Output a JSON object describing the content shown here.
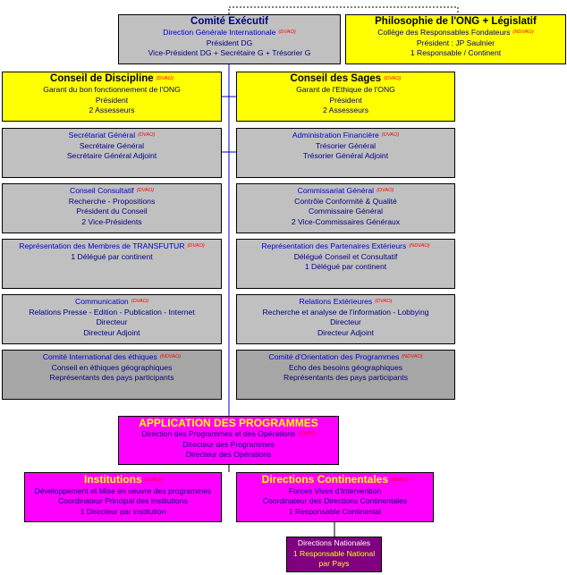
{
  "comite_executif": {
    "title": "Comité Exécutif",
    "lines": [
      "Direction Générale Internationale",
      "Président DG",
      "Vice-Président DG + Secrétaire G + Trésorier G"
    ],
    "tag": "(DVAO)"
  },
  "philosophie": {
    "title": "Philosophie de l'ONG + Législatif",
    "lines": [
      "Collège des Responsables Fondateurs",
      "Président : JP Saulnier",
      "1 Responsable / Continent"
    ],
    "tag": "(NDVAO)"
  },
  "conseil_discipline": {
    "title": "Conseil de Discipline",
    "tag": "(DVAO)",
    "lines": [
      "Garant du bon fonctionnement de l'ONG",
      "Président",
      "2 Assesseurs"
    ]
  },
  "conseil_sages": {
    "title": "Conseil des Sages",
    "tag": "(DVAO)",
    "lines": [
      "Garant de l'Ethique de l'ONG",
      "Président",
      "2 Assesseurs"
    ]
  },
  "secretariat": {
    "title": "Secrétariat Général",
    "tag": "(DVAO)",
    "lines": [
      "Secrétaire Général",
      "Secrétaire Général Adjoint"
    ]
  },
  "administration": {
    "title": "Administration Financière",
    "tag": "(DVAO)",
    "lines": [
      "Trésorier Général",
      "Trésorier Général Adjoint"
    ]
  },
  "consultatif": {
    "title": "Conseil Consultatif",
    "tag": "(DVAO)",
    "lines": [
      "Recherche - Propositions",
      "Président du Conseil",
      "2 Vice-Présidents"
    ]
  },
  "commissariat": {
    "title": "Commissariat Général",
    "tag": "(DVAO)",
    "lines": [
      "Contrôle Conformité & Qualité",
      "Commissaire Général",
      "2 Vice-Commissaires Généraux"
    ]
  },
  "representation_membres": {
    "title": "Représentation des Membres de TRANSFUTUR",
    "tag": "(DVAO)",
    "lines": [
      "1 Délégué par continent"
    ]
  },
  "representation_partenaires": {
    "title": "Représentation des Partenaires Extérieurs",
    "tag": "(NDVAO)",
    "lines": [
      "Délégué Conseil et Consultatif",
      "1 Délégué par continent"
    ]
  },
  "communication": {
    "title": "Communication",
    "tag": "(DVAO)",
    "lines": [
      "Relations Presse - Edition - Publication - Internet",
      "Directeur",
      "Directeur Adjoint"
    ]
  },
  "relations_exterieures": {
    "title": "Relations Extérieures",
    "tag": "(DVAO)",
    "lines": [
      "Recherche et analyse de l'information - Lobbying",
      "Directeur",
      "Directeur Adjoint"
    ]
  },
  "comite_ethiques": {
    "title": "Comité International des éthiques",
    "tag": "(NDVAO)",
    "lines": [
      "Conseil en éthiques géographiques",
      "Représentants des pays participants"
    ]
  },
  "comite_orientation": {
    "title": "Comité d'Orientation des Programmes",
    "tag": "(NDVAO)",
    "lines": [
      "Echo des besoins géographiques",
      "Représentants des pays participants"
    ]
  },
  "application": {
    "title": "APPLICATION DES PROGRAMMES",
    "line1": "Direction des Programmes et des Opérations",
    "tag": "(DVAO)",
    "lines": [
      "Directeur des Programmes",
      "Directeur des Opérations"
    ]
  },
  "institutions": {
    "title": "Institutions",
    "tag": "(DVAO)",
    "lines": [
      "Développement et Mise en oeuvre des programmes",
      "Coordinateur Principal des Institutions",
      "1 Directeur par institution"
    ]
  },
  "directions_continentales": {
    "title": "Directions Continentales",
    "tag": "(DVAO)",
    "lines": [
      "Forces Vives d'Intervention",
      "Coordinateur des Directions Continentales",
      "1 Responsable Continental"
    ]
  },
  "directions_nationales": {
    "title": "Directions Nationales",
    "lines": [
      "1 Responsable National",
      "par Pays"
    ]
  }
}
